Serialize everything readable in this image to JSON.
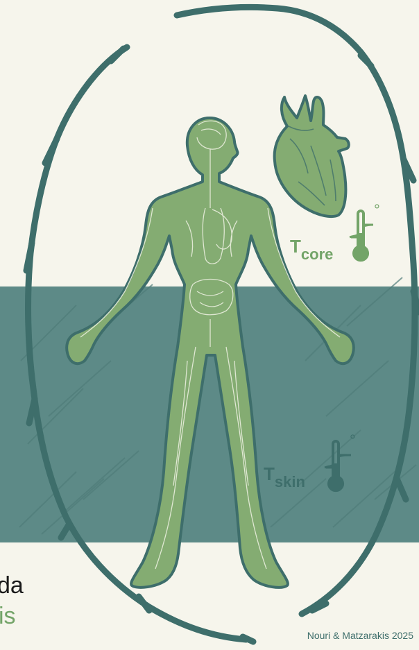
{
  "labels": {
    "t_core_main": "T",
    "t_core_sub": "core",
    "t_skin_main": "T",
    "t_skin_sub": "skin",
    "degree": "°"
  },
  "cropped_text": {
    "line1": "da",
    "line2": "is"
  },
  "credit": "Nouri & Matzarakis 2025",
  "icons": [
    "human-body-icon",
    "heart-icon",
    "thermometer-icon"
  ],
  "colors": {
    "background": "#f6f5ec",
    "water": "#5d8a87",
    "outline": "#3e6e6b",
    "body_fill": "#84ac72",
    "label_green": "#73a468",
    "label_dark": "#3e6e6b",
    "credit": "#3e6e6b"
  }
}
